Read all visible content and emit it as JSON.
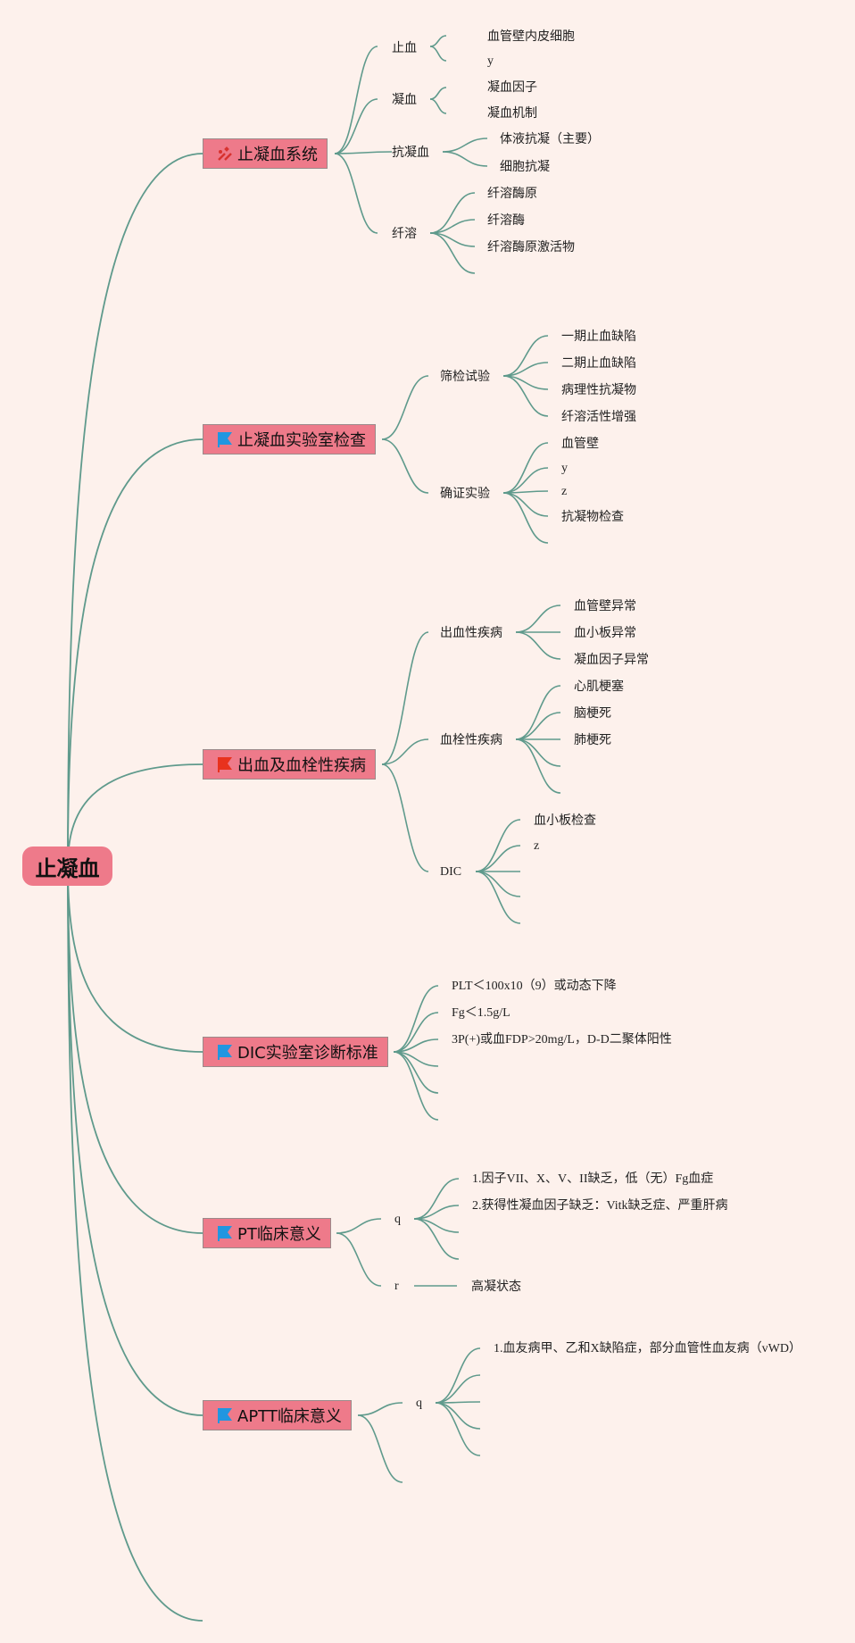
{
  "root": "止凝血",
  "colors": {
    "line": "#5f9a8c",
    "node": "#ee7a8a",
    "background": "#fdf1ec"
  },
  "branches": [
    {
      "title": "止凝血系统",
      "icon": "tools-icon",
      "children": [
        {
          "label": "止血",
          "leaves": [
            "血管壁内皮细胞",
            "y"
          ]
        },
        {
          "label": "凝血",
          "leaves": [
            "凝血因子",
            "凝血机制"
          ]
        },
        {
          "label": "抗凝血",
          "leaves": [
            "体液抗凝（主要）",
            "细胞抗凝"
          ]
        },
        {
          "label": "纤溶",
          "leaves": [
            "纤溶酶原",
            "纤溶酶",
            "纤溶酶原激活物",
            ""
          ]
        }
      ]
    },
    {
      "title": "止凝血实验室检查",
      "icon": "blue-flag-icon",
      "children": [
        {
          "label": "筛检试验",
          "leaves": [
            "一期止血缺陷",
            "二期止血缺陷",
            "病理性抗凝物",
            "纤溶活性增强"
          ]
        },
        {
          "label": "确证实验",
          "leaves": [
            "血管壁",
            "y",
            "z",
            "抗凝物检查",
            ""
          ]
        }
      ]
    },
    {
      "title": "出血及血栓性疾病",
      "icon": "red-flag-icon",
      "children": [
        {
          "label": "出血性疾病",
          "leaves": [
            "血管壁异常",
            "血小板异常",
            "凝血因子异常"
          ]
        },
        {
          "label": "血栓性疾病",
          "leaves": [
            "心肌梗塞",
            "脑梗死",
            "肺梗死",
            "",
            ""
          ]
        },
        {
          "label": "DIC",
          "leaves": [
            "血小板检查",
            "z",
            "",
            "",
            ""
          ]
        }
      ]
    },
    {
      "title": "DIC实验室诊断标准",
      "icon": "blue-flag-icon",
      "leaves": [
        "PLT＜100x10（9）或动态下降",
        "Fg＜1.5g/L",
        "3P(+)或血FDP>20mg/L，D-D二聚体阳性",
        "",
        "",
        ""
      ]
    },
    {
      "title": "PT临床意义",
      "icon": "blue-flag-icon",
      "children": [
        {
          "label": "q",
          "leaves": [
            "1.因子VII、X、V、II缺乏，低（无）Fg血症",
            "2.获得性凝血因子缺乏：Vitk缺乏症、严重肝病",
            "",
            ""
          ]
        },
        {
          "label": "r",
          "leaves": [
            "高凝状态"
          ]
        }
      ]
    },
    {
      "title": "APTT临床意义",
      "icon": "blue-flag-icon",
      "children": [
        {
          "label": "q",
          "leaves": [
            "1.血友病甲、乙和X缺陷症，部分血管性血友病（vWD）",
            "",
            "",
            "",
            ""
          ]
        },
        {
          "label": "",
          "leaves": []
        }
      ]
    }
  ]
}
